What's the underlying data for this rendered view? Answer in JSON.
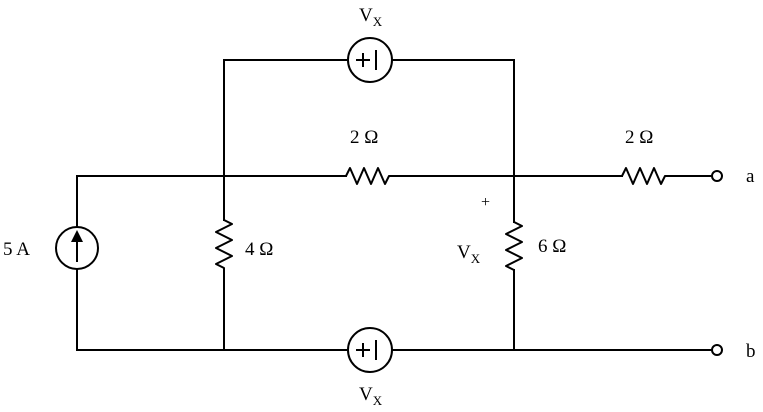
{
  "labels": {
    "current_source": "5 A",
    "r_4": "4 Ω",
    "r_top": "2 Ω",
    "r_right": "2 Ω",
    "r_6": "6 Ω",
    "vx_top_main": "V",
    "vx_top_sub": "X",
    "vx_bottom_main": "V",
    "vx_bottom_sub": "X",
    "vx_mid_main": "V",
    "vx_mid_sub": "X",
    "plus_sign": "+",
    "terminal_a": "a",
    "terminal_b": "b"
  }
}
